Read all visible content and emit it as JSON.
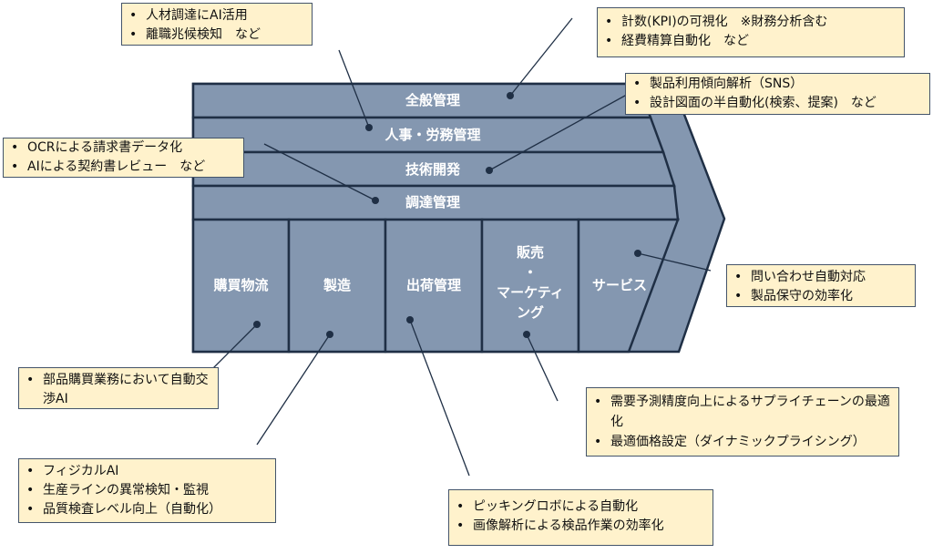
{
  "colors": {
    "fill": "#8497b0",
    "border": "#1f2f45",
    "note_fill": "#fff2cc"
  },
  "support": [
    "全般管理",
    "人事・労務管理",
    "技術開発",
    "調達管理"
  ],
  "primary": [
    "購買物流",
    "製造",
    "出荷管理",
    "販売",
    "・",
    "マーケティ",
    "ング",
    "サービス"
  ],
  "notes": {
    "hr": [
      "人材調達にAI活用",
      "離職兆候検知　など"
    ],
    "general": [
      "計数(KPI)の可視化　※財務分析含む",
      "経費精算自動化　など"
    ],
    "tech": [
      "製品利用傾向解析（SNS）",
      "設計図面の半自動化(検索、提案)　など"
    ],
    "procurement": [
      "OCRによる請求書データ化",
      "AIによる契約書レビュー　など"
    ],
    "service": [
      "問い合わせ自動対応",
      "製品保守の効率化"
    ],
    "inbound": [
      "部品購買業務において自動交渉AI"
    ],
    "manufacturing": [
      "フィジカルAI",
      "生産ラインの異常検知・監視",
      "品質検査レベル向上（自動化）"
    ],
    "outbound": [
      "ピッキングロボによる自動化",
      "画像解析による検品作業の効率化"
    ],
    "sales": [
      "需要予測精度向上によるサプライチェーンの最適化",
      "最適価格設定（ダイナミックプライシング）"
    ]
  }
}
